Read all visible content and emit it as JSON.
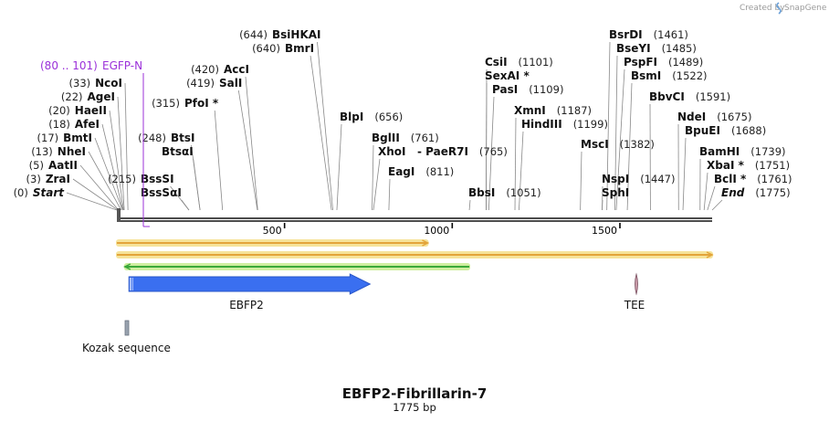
{
  "credit": {
    "text": "Created by",
    "brand": "SnapGene"
  },
  "title": "EBFP2-Fibrillarin-7",
  "subtitle": "1775 bp",
  "sequence_length": 1775,
  "scale_ticks": [
    "500",
    "1000",
    "1500"
  ],
  "scale_tick_values": [
    500,
    1000,
    1500
  ],
  "primer": {
    "label": "EGFP-N",
    "range": "(80 .. 101)",
    "color": "#9b30d9"
  },
  "sites_left": [
    {
      "name": "Start",
      "pos": "(0)",
      "value": 0,
      "italic": true
    },
    {
      "name": "ZraI",
      "pos": "(3)",
      "value": 3
    },
    {
      "name": "AatII",
      "pos": "(5)",
      "value": 5
    },
    {
      "name": "NheI",
      "pos": "(13)",
      "value": 13
    },
    {
      "name": "BmtI",
      "pos": "(17)",
      "value": 17
    },
    {
      "name": "AfeI",
      "pos": "(18)",
      "value": 18
    },
    {
      "name": "HaeII",
      "pos": "(20)",
      "value": 20
    },
    {
      "name": "AgeI",
      "pos": "(22)",
      "value": 22
    },
    {
      "name": "NcoI",
      "pos": "(33)",
      "value": 33
    }
  ],
  "sites_mid": [
    {
      "name": "BssSI",
      "pos": "(215)",
      "value": 215,
      "pos_side": "left"
    },
    {
      "name": "BssSαI",
      "pos": "",
      "value": 215
    },
    {
      "name": "BtsI",
      "pos": "(248)",
      "value": 248,
      "pos_side": "left"
    },
    {
      "name": "BtsαI",
      "pos": "",
      "value": 248
    },
    {
      "name": "PfoI *",
      "pos": "(315)",
      "value": 315,
      "pos_side": "left"
    },
    {
      "name": "SalI",
      "pos": "(419)",
      "value": 419,
      "pos_side": "left"
    },
    {
      "name": "AccI",
      "pos": "(420)",
      "value": 420,
      "pos_side": "left"
    },
    {
      "name": "BmrI",
      "pos": "(640)",
      "value": 640,
      "pos_side": "left"
    },
    {
      "name": "BsiHKAI",
      "pos": "(644)",
      "value": 644,
      "pos_side": "left"
    },
    {
      "name": "BlpI",
      "pos": "(656)",
      "value": 656,
      "pos_side": "right"
    },
    {
      "name": "BglII",
      "pos": "(761)",
      "value": 761,
      "pos_side": "right"
    },
    {
      "name": "XhoI",
      "pos": "",
      "value": 765
    },
    {
      "name": "- PaeR7I",
      "pos": "(765)",
      "value": 765,
      "pos_side": "right"
    },
    {
      "name": "EagI",
      "pos": "(811)",
      "value": 811,
      "pos_side": "right"
    },
    {
      "name": "BbsI",
      "pos": "(1051)",
      "value": 1051,
      "pos_side": "right"
    },
    {
      "name": "CsiI",
      "pos": "(1101)",
      "value": 1101,
      "pos_side": "right"
    },
    {
      "name": "SexAI *",
      "pos": "",
      "value": 1101
    },
    {
      "name": "PasI",
      "pos": "(1109)",
      "value": 1109,
      "pos_side": "right"
    },
    {
      "name": "XmnI",
      "pos": "(1187)",
      "value": 1187,
      "pos_side": "right"
    },
    {
      "name": "HindIII",
      "pos": "(1199)",
      "value": 1199,
      "pos_side": "right"
    }
  ],
  "sites_right": [
    {
      "name": "MscI",
      "pos": "(1382)",
      "value": 1382
    },
    {
      "name": "NspI",
      "pos": "(1447)",
      "value": 1447
    },
    {
      "name": "SphI",
      "pos": "",
      "value": 1447
    },
    {
      "name": "BsrDI",
      "pos": "(1461)",
      "value": 1461
    },
    {
      "name": "BseYI",
      "pos": "(1485)",
      "value": 1485
    },
    {
      "name": "PspFI",
      "pos": "(1489)",
      "value": 1489
    },
    {
      "name": "BsmI",
      "pos": "(1522)",
      "value": 1522
    },
    {
      "name": "BbvCI",
      "pos": "(1591)",
      "value": 1591
    },
    {
      "name": "NdeI",
      "pos": "(1675)",
      "value": 1675
    },
    {
      "name": "BpuEI",
      "pos": "(1688)",
      "value": 1688
    },
    {
      "name": "BamHI",
      "pos": "(1739)",
      "value": 1739
    },
    {
      "name": "XbaI *",
      "pos": "(1751)",
      "value": 1751
    },
    {
      "name": "BclI *",
      "pos": "(1761)",
      "value": 1761
    },
    {
      "name": "End",
      "pos": "(1775)",
      "value": 1775,
      "italic": true
    }
  ],
  "features": [
    {
      "name": "EBFP2",
      "color": "#3a6ff0",
      "start": 36,
      "end": 755
    },
    {
      "name": "TEE",
      "color": "#c99aa8",
      "value": 1480
    },
    {
      "name": "Kozak sequence",
      "color": "#9aa3b0",
      "value": 30
    }
  ],
  "orfs": [
    {
      "start": 0,
      "end": 927,
      "direction": "right",
      "color": "#e3a43a",
      "glow": "#f6e39a"
    },
    {
      "start": 0,
      "end": 1775,
      "direction": "right",
      "color": "#e3a43a",
      "glow": "#f6e39a"
    },
    {
      "start": 24,
      "end": 1051,
      "direction": "left",
      "color": "#3aa83a",
      "glow": "#cfeea0"
    }
  ]
}
